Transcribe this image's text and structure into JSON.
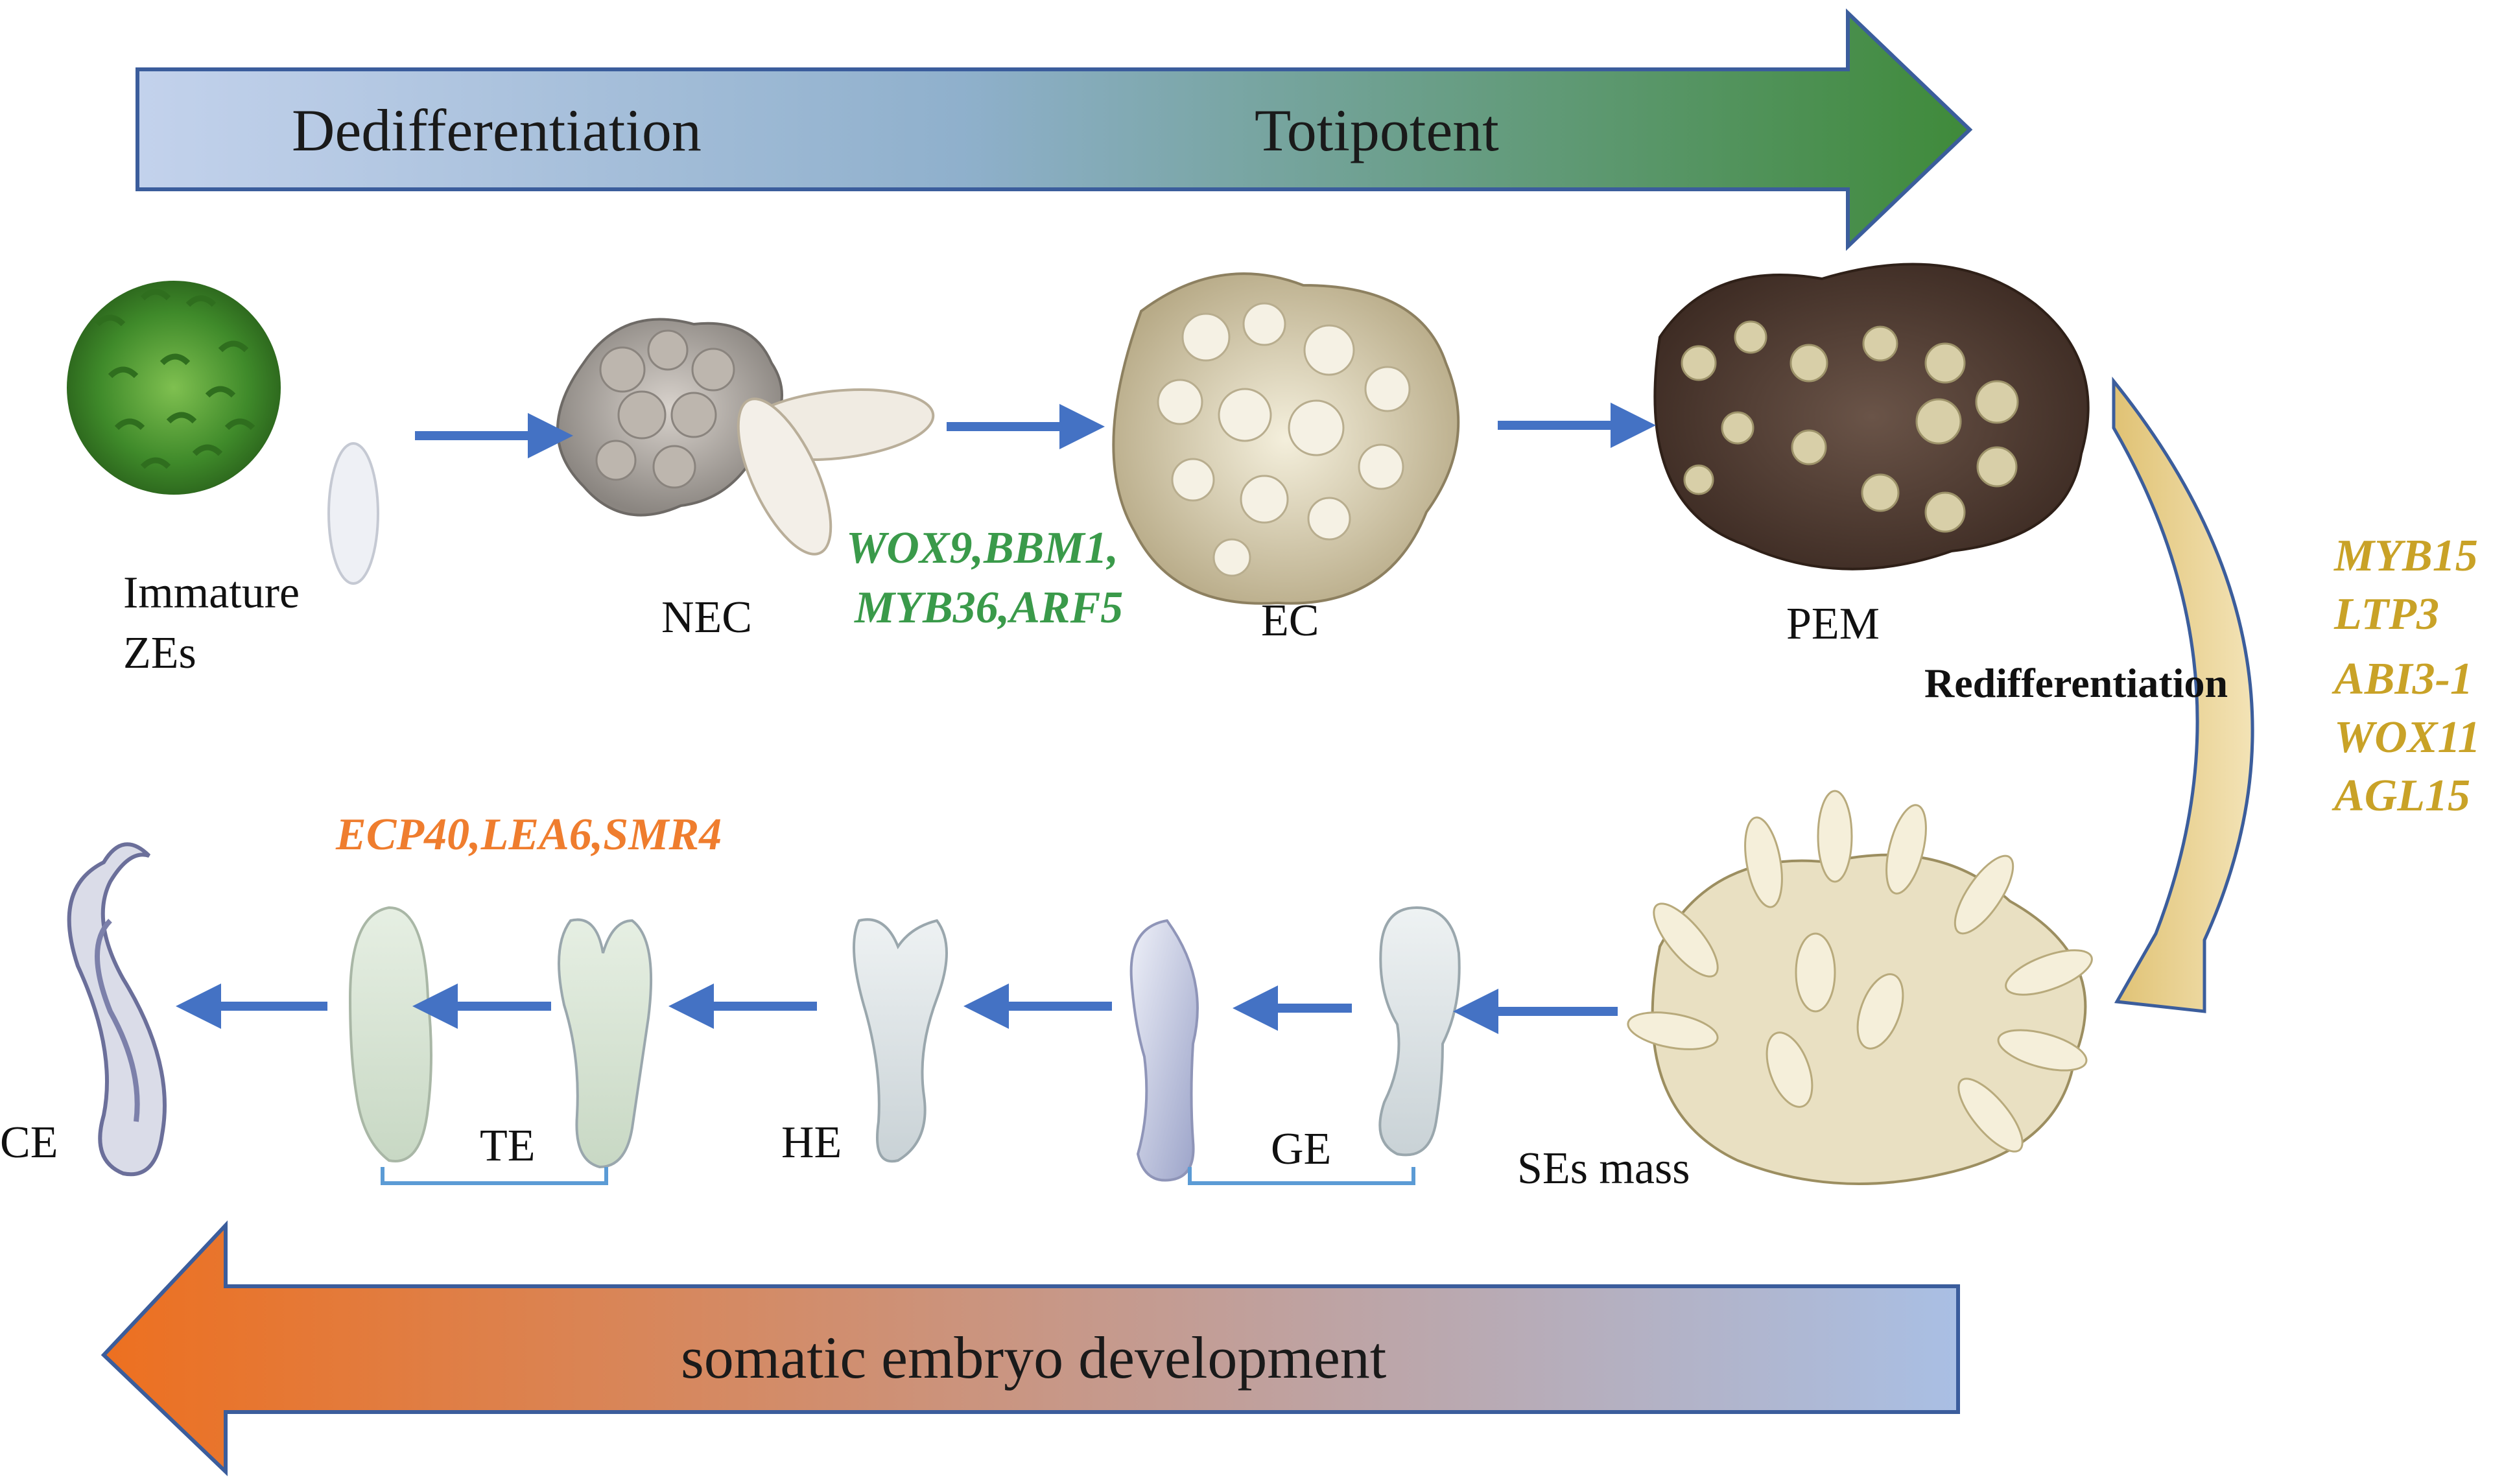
{
  "banners": {
    "top_left": "Dedifferentiation",
    "top_right": "Totipotent",
    "bottom": "somatic embryo development"
  },
  "stages": {
    "immature_1": "Immature",
    "immature_2": "ZEs",
    "nec": "NEC",
    "ec": "EC",
    "pem": "PEM",
    "ses_mass": "SEs mass",
    "ge": "GE",
    "he": "HE",
    "te": "TE",
    "ce": "CE"
  },
  "process": {
    "redifferentiation": "Redifferentiation"
  },
  "genes": {
    "ec_line1": "WOX9,BBM1,",
    "ec_line2": "MYB36,ARF5",
    "pem": [
      "MYB15",
      "LTP3",
      "ABI3-1",
      "WOX11",
      "AGL15"
    ],
    "te": "ECP40,LEA6,SMR4"
  },
  "colors": {
    "ec_genes": "#3a9a4a",
    "pem_genes": "#c9a227",
    "te_genes": "#ef7d2e",
    "flow_arrow": "#4472c4",
    "top_banner_start": "#c3d2ec",
    "top_banner_end": "#3f8a3a",
    "bottom_banner_start": "#ed7020",
    "bottom_banner_end": "#a9bfe4"
  }
}
